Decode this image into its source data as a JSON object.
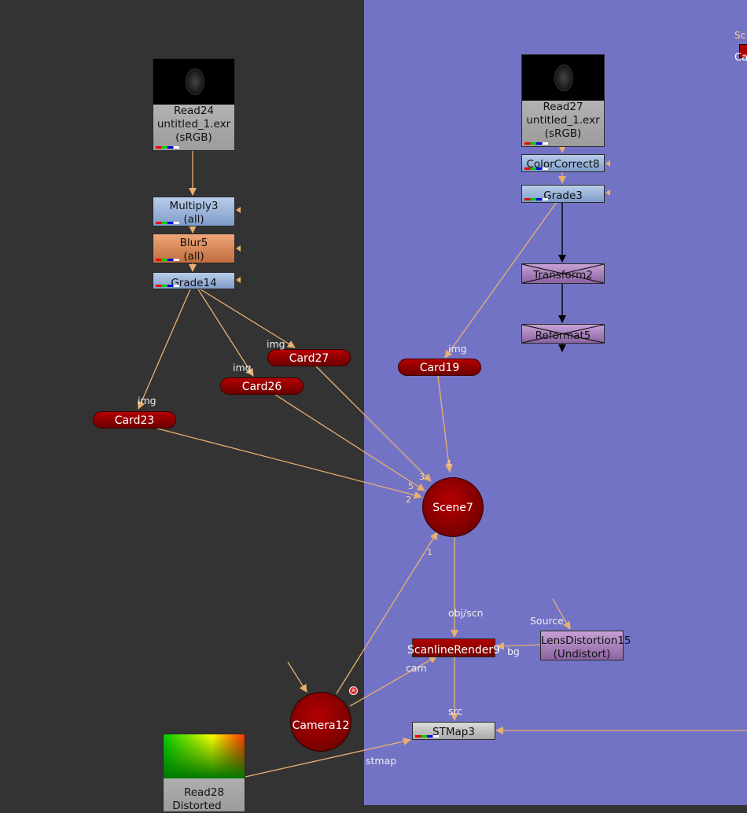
{
  "colors": {
    "backdrop": "#7373c6",
    "background": "#333333",
    "wire": "#e8b070",
    "wire_dark": "#000000"
  },
  "nodes": {
    "read24": {
      "name": "Read24",
      "file": "untitled_1.exr",
      "colorspace": "(sRGB)"
    },
    "multiply3": {
      "name": "Multiply3",
      "sub": "(all)"
    },
    "blur5": {
      "name": "Blur5",
      "sub": "(all)"
    },
    "grade14": {
      "name": "Grade14"
    },
    "read27": {
      "name": "Read27",
      "file": "untitled_1.exr",
      "colorspace": "(sRGB)"
    },
    "colorcorrect8": {
      "name": "ColorCorrect8"
    },
    "grade3": {
      "name": "Grade3"
    },
    "transform2": {
      "name": "Transform2"
    },
    "reformat5": {
      "name": "Reformat5"
    },
    "card27": {
      "name": "Card27"
    },
    "card26": {
      "name": "Card26"
    },
    "card23": {
      "name": "Card23"
    },
    "card19": {
      "name": "Card19"
    },
    "scene7": {
      "name": "Scene7"
    },
    "scanline9": {
      "name": "ScanlineRender9"
    },
    "lens15": {
      "name": "LensDistortion15",
      "sub": "(Undistort)"
    },
    "camera12": {
      "name": "Camera12"
    },
    "stmap3": {
      "name": "STMap3"
    },
    "read28": {
      "name": "Read28",
      "extra": "Distorted"
    }
  },
  "inputs": {
    "img": "img",
    "obj_scn": "obj/scn",
    "bg": "bg",
    "cam": "cam",
    "src": "src",
    "stmap": "stmap",
    "source": "Source",
    "scene_in_1": "1",
    "scene_in_2": "2",
    "scene_in_3": "3",
    "scene_in_4": "4",
    "scene_in_5": "5"
  },
  "offscreen": {
    "top_right_a": "Sc",
    "top_right_b": "Ca"
  }
}
